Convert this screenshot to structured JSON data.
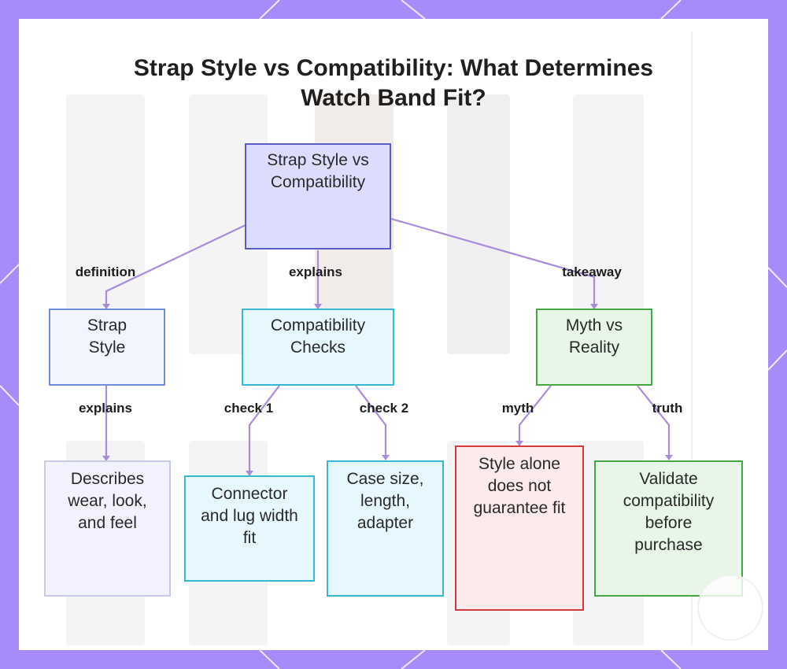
{
  "title": "Strap Style vs Compatibility: What Determines Watch Band Fit?",
  "nodes": {
    "root": "Strap Style vs Compatibility",
    "strap_style": "Strap Style",
    "compat_checks": "Compatibility Checks",
    "myth_reality": "Myth vs Reality",
    "describes": "Describes wear, look, and feel",
    "connector": "Connector and lug width fit",
    "case_size": "Case size, length, adapter",
    "style_alone": "Style alone does not guarantee fit",
    "validate": "Validate compatibility before purchase"
  },
  "edge_labels": {
    "definition": "definition",
    "explains_1": "explains",
    "takeaway": "takeaway",
    "explains_2": "explains",
    "check1": "check 1",
    "check2": "check 2",
    "myth": "myth",
    "truth": "truth"
  },
  "colors": {
    "frame": "#a78bfa",
    "edge": "#a98bdb",
    "root_fill": "#dcdcfc",
    "cyan_fill": "#e6f8fd",
    "green_fill": "#e7f6e6",
    "red_fill": "#fdeaea"
  }
}
